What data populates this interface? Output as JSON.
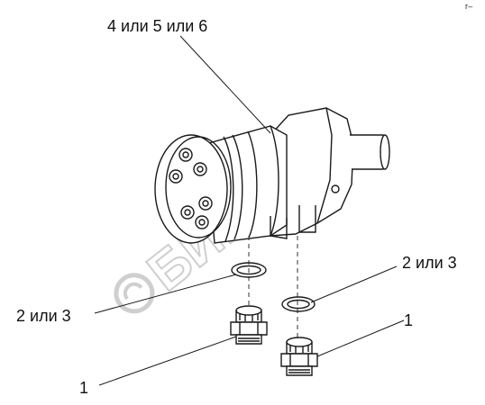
{
  "labels": {
    "motor": "4 или 5 или 6",
    "seal_left": "2 или 3",
    "seal_right": "2 или 3",
    "fitting_left": "1",
    "fitting_right": "1",
    "corner_mark": "г–"
  },
  "watermark": "БИВЭОН",
  "colors": {
    "line": "#1a1a1a",
    "watermark": "#cfcfcf"
  }
}
